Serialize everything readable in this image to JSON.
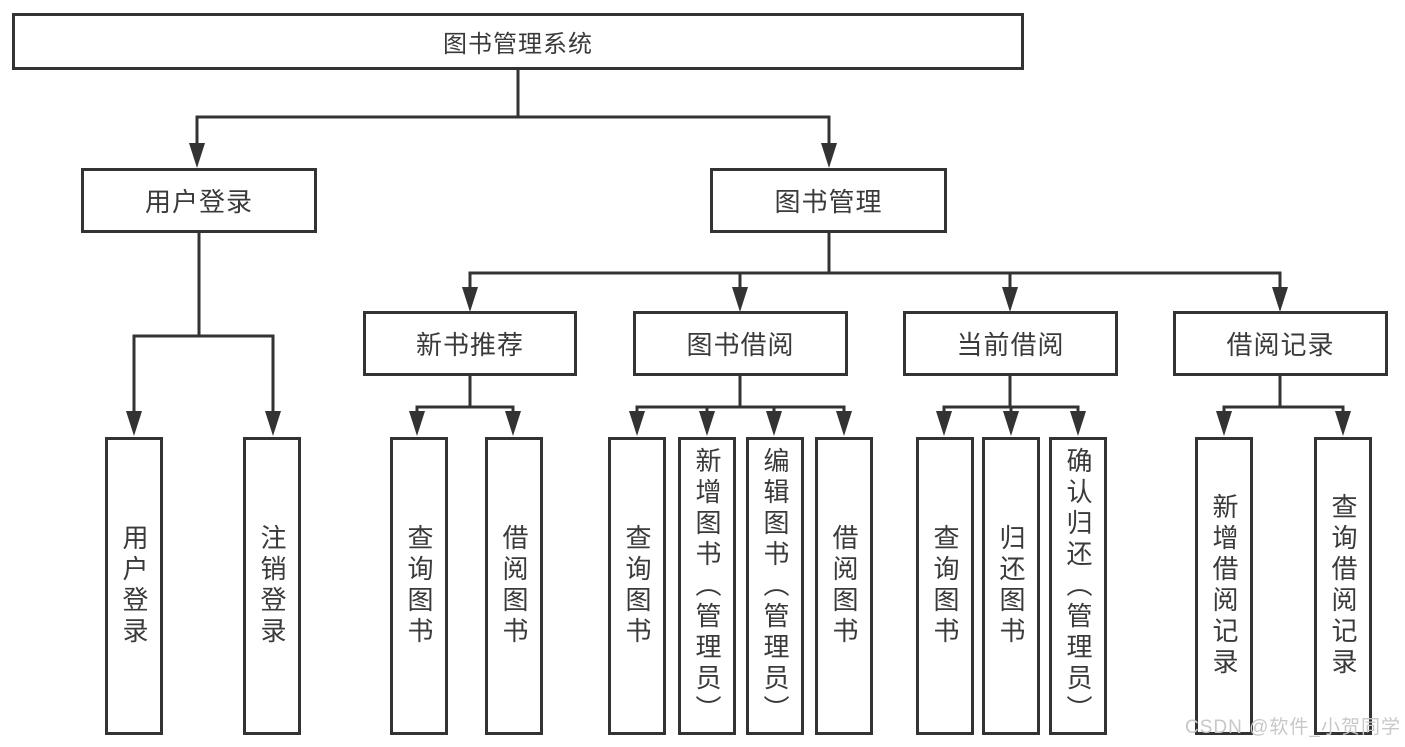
{
  "diagram": {
    "title_node": {
      "label": "图书管理系统"
    },
    "level2": [
      {
        "label": "用户登录"
      },
      {
        "label": "图书管理"
      }
    ],
    "level3": [
      {
        "label": "新书推荐"
      },
      {
        "label": "图书借阅"
      },
      {
        "label": "当前借阅"
      },
      {
        "label": "借阅记录"
      }
    ],
    "leaves": [
      {
        "label": "用户登录"
      },
      {
        "label": "注销登录"
      },
      {
        "label": "查询图书"
      },
      {
        "label": "借阅图书"
      },
      {
        "label": "查询图书"
      },
      {
        "label": "新增图书（管理员）"
      },
      {
        "label": "编辑图书（管理员）"
      },
      {
        "label": "借阅图书"
      },
      {
        "label": "查询图书"
      },
      {
        "label": "归还图书"
      },
      {
        "label": "确认归还（管理员）"
      },
      {
        "label": "新增借阅记录"
      },
      {
        "label": "查询借阅记录"
      }
    ],
    "colors": {
      "line": "#333333",
      "text": "#3a3a3a",
      "background": "#ffffff",
      "watermark": "#c8c8c8"
    }
  },
  "watermark": {
    "text": "CSDN @软件_小贺同学"
  }
}
